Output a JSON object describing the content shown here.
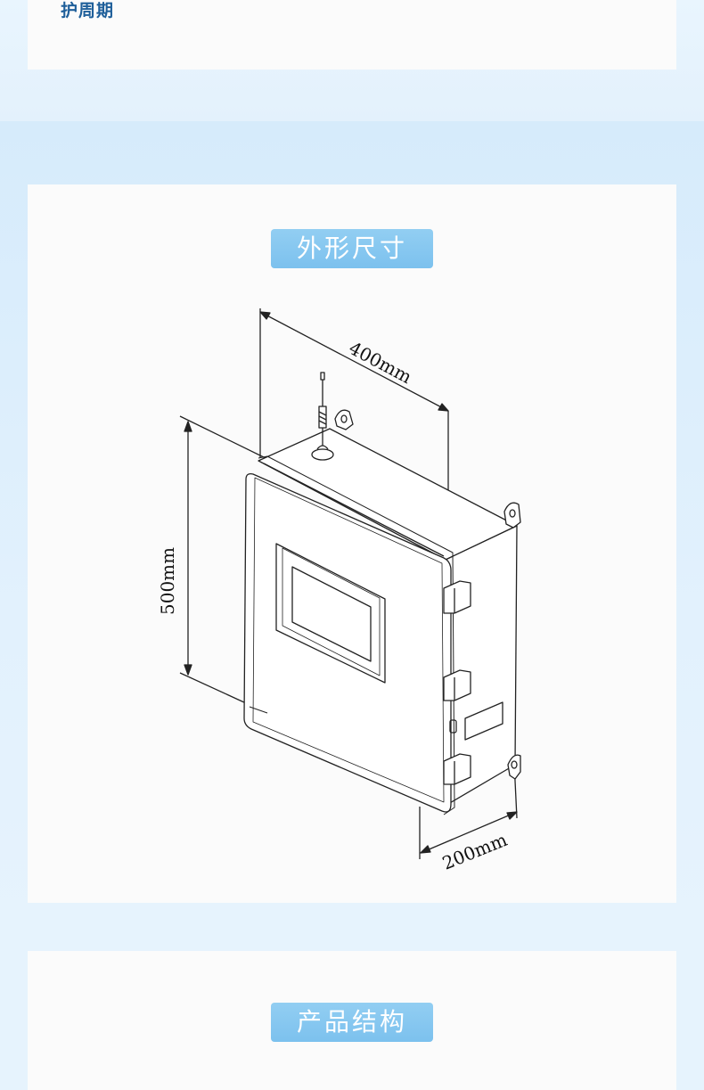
{
  "top_section": {
    "text": "护周期"
  },
  "dimensions_section": {
    "title": "外形尺寸",
    "width_label": "400mm",
    "height_label": "500mm",
    "depth_label": "200mm"
  },
  "structure_section": {
    "title": "产品结构"
  }
}
